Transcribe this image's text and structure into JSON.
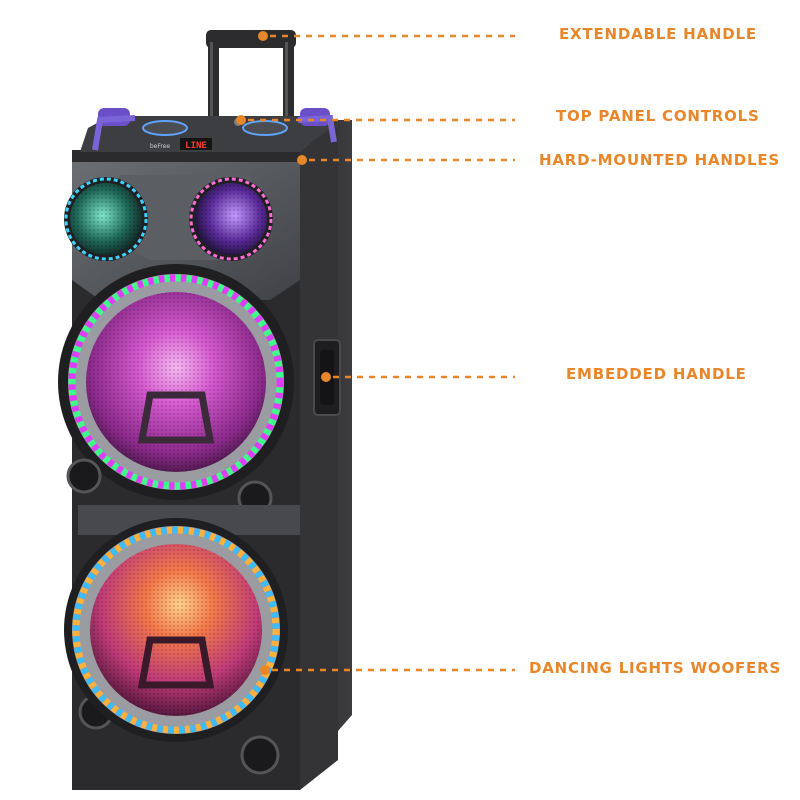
{
  "colors": {
    "accent": "#e8862a",
    "cabinet": "#2b2b2d",
    "panel": "#55575b",
    "woofer_top": "#c93fc6",
    "woofer_bottom": "#ef6a4a"
  },
  "display": {
    "text": "LINE"
  },
  "brand": {
    "text": "beFree"
  },
  "callouts": [
    {
      "id": "extendable-handle",
      "label": "EXTENDABLE HANDLE"
    },
    {
      "id": "top-panel-controls",
      "label": "TOP PANEL CONTROLS"
    },
    {
      "id": "hard-mounted-handles",
      "label": "HARD-MOUNTED HANDLES"
    },
    {
      "id": "embedded-handle",
      "label": "EMBEDDED HANDLE"
    },
    {
      "id": "dancing-lights-woofers",
      "label": "DANCING LIGHTS WOOFERS"
    }
  ]
}
